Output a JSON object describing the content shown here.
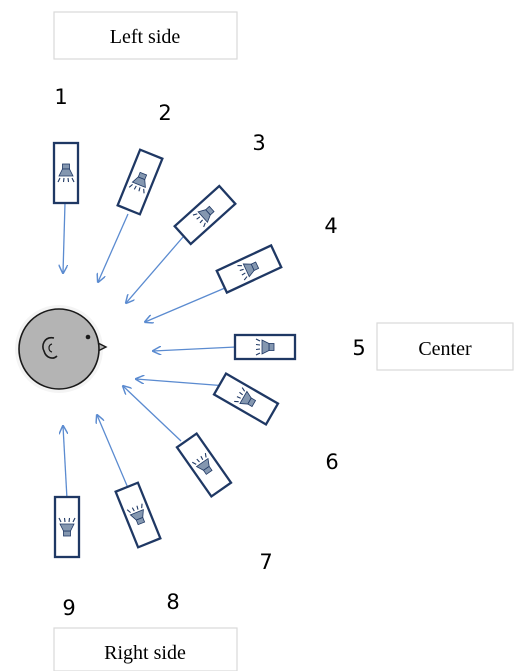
{
  "labels": {
    "left_side": "Left side",
    "center": "Center",
    "right_side": "Right side"
  },
  "speakers": [
    {
      "number": "1"
    },
    {
      "number": "2"
    },
    {
      "number": "3"
    },
    {
      "number": "4"
    },
    {
      "number": "5"
    },
    {
      "number": "6"
    },
    {
      "number": "7"
    },
    {
      "number": "8"
    },
    {
      "number": "9"
    }
  ],
  "colors": {
    "speaker_border": "#1f3864",
    "speaker_icon": "#8497b0",
    "arrow": "#5b8bd0",
    "head_fill": "#b4b4b4",
    "box_border": "#d9d9d9"
  }
}
